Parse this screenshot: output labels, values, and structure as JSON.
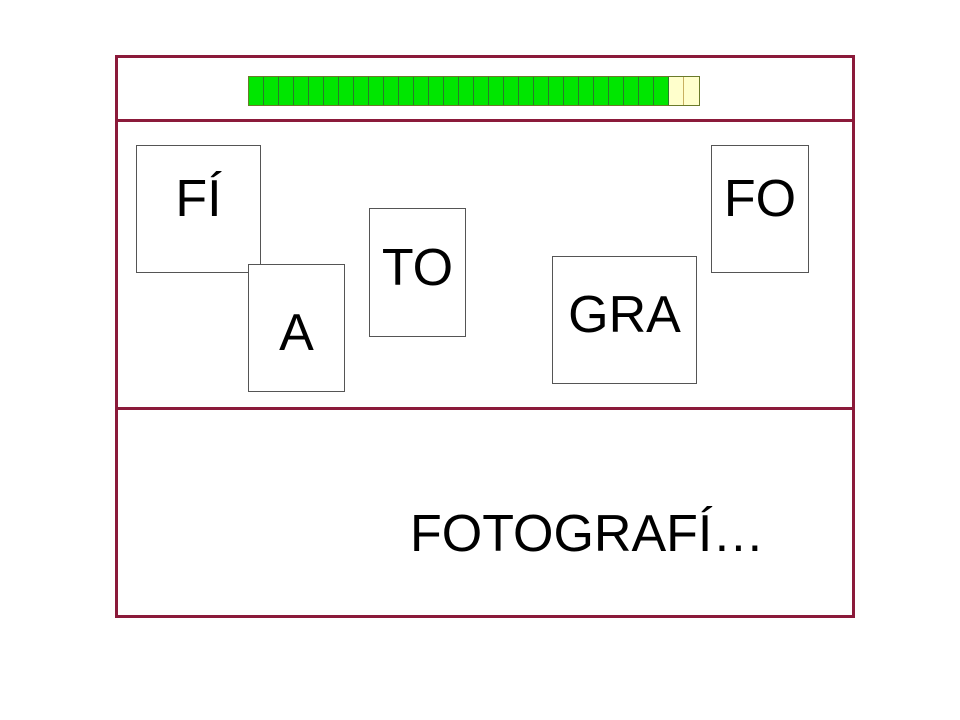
{
  "progress": {
    "total_cells": 30,
    "filled_cells": 28,
    "filled_color": "#00e600",
    "empty_color": "#ffffcc"
  },
  "tiles": {
    "fi": "FÍ",
    "a": "A",
    "to": "TO",
    "gra": "GRA",
    "fo": "FO"
  },
  "answer": {
    "text": "FOTOGRAFÍ…"
  },
  "colors": {
    "frame_border": "#8b1a3a"
  }
}
